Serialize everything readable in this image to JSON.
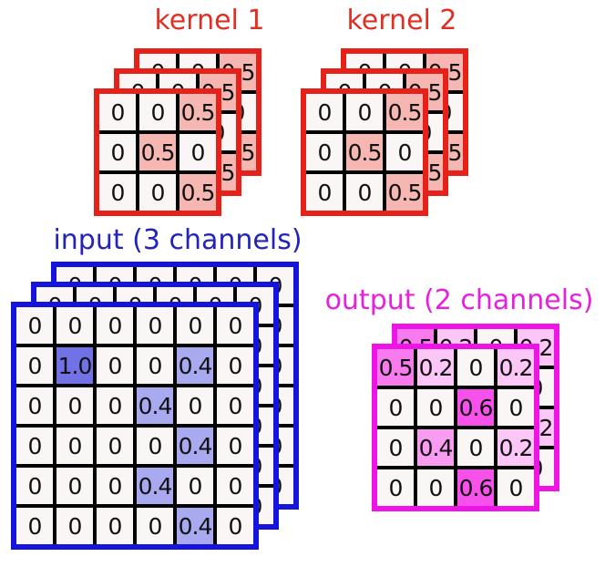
{
  "labels": {
    "kernel1": "kernel 1",
    "kernel2": "kernel 2",
    "input": "input (3 channels)",
    "output": "output (2 channels)"
  },
  "colors": {
    "background": "#ffffff",
    "kernel_border": "#e5211a",
    "kernel_label": "#e03024",
    "kernel_highlight": "#f6b7b2",
    "input_border": "#1414dd",
    "input_label": "#2323bb",
    "input_highlight_strong": "#7272e7",
    "input_highlight_light": "#a9a9f0",
    "output_border": "#ee14e6",
    "output_label": "#e520df",
    "output_highlight_02": "#fcc6f7",
    "output_highlight_04": "#f99bf1",
    "output_highlight_05": "#f87bee",
    "output_highlight_06": "#f751ec",
    "cell_background": "#faf6f5",
    "grid_line": "#000000",
    "cell_text": "#111111"
  },
  "matrices": {
    "kernel1": {
      "channels": 3,
      "values": [
        [
          "0",
          "0",
          "0.5"
        ],
        [
          "0",
          "0.5",
          "0"
        ],
        [
          "0",
          "0",
          "0.5"
        ]
      ],
      "cell_colors": [
        [
          null,
          null,
          "#f6b7b2"
        ],
        [
          null,
          "#f6b7b2",
          null
        ],
        [
          null,
          null,
          "#f6b7b2"
        ]
      ]
    },
    "kernel2": {
      "channels": 3,
      "values": [
        [
          "0",
          "0",
          "0.5"
        ],
        [
          "0",
          "0.5",
          "0"
        ],
        [
          "0",
          "0",
          "0.5"
        ]
      ],
      "cell_colors": [
        [
          null,
          null,
          "#f6b7b2"
        ],
        [
          null,
          "#f6b7b2",
          null
        ],
        [
          null,
          null,
          "#f6b7b2"
        ]
      ]
    },
    "input": {
      "channels": 3,
      "values": [
        [
          "0",
          "0",
          "0",
          "0",
          "0",
          "0"
        ],
        [
          "0",
          "1.0",
          "0",
          "0",
          "0.4",
          "0"
        ],
        [
          "0",
          "0",
          "0",
          "0.4",
          "0",
          "0"
        ],
        [
          "0",
          "0",
          "0",
          "0",
          "0.4",
          "0"
        ],
        [
          "0",
          "0",
          "0",
          "0.4",
          "0",
          "0"
        ],
        [
          "0",
          "0",
          "0",
          "0",
          "0.4",
          "0"
        ]
      ],
      "cell_colors": [
        [
          null,
          null,
          null,
          null,
          null,
          null
        ],
        [
          null,
          "#7272e7",
          null,
          null,
          "#a9a9f0",
          null
        ],
        [
          null,
          null,
          null,
          "#a9a9f0",
          null,
          null
        ],
        [
          null,
          null,
          null,
          null,
          "#a9a9f0",
          null
        ],
        [
          null,
          null,
          null,
          "#a9a9f0",
          null,
          null
        ],
        [
          null,
          null,
          null,
          null,
          "#a9a9f0",
          null
        ]
      ]
    },
    "output": {
      "channels": 2,
      "values": [
        [
          "0.5",
          "0.2",
          "0",
          "0.2"
        ],
        [
          "0",
          "0",
          "0.6",
          "0"
        ],
        [
          "0",
          "0.4",
          "0",
          "0.2"
        ],
        [
          "0",
          "0",
          "0.6",
          "0"
        ]
      ],
      "cell_colors": [
        [
          "#f87bee",
          "#fcc6f7",
          null,
          "#fcc6f7"
        ],
        [
          null,
          null,
          "#f751ec",
          null
        ],
        [
          null,
          "#f99bf1",
          null,
          "#fcc6f7"
        ],
        [
          null,
          null,
          "#f751ec",
          null
        ]
      ]
    }
  }
}
